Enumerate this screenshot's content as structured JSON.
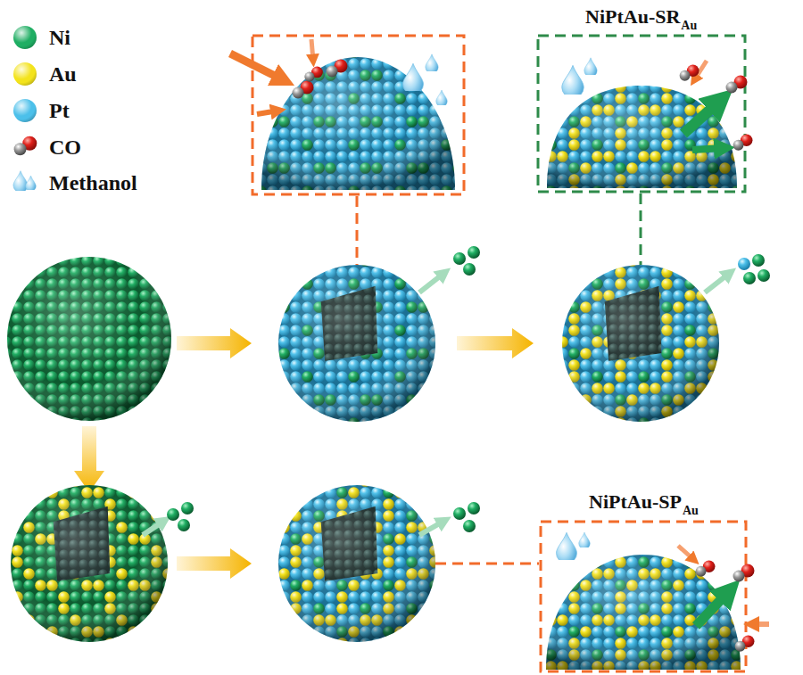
{
  "diagram": {
    "labels": [
      "NiPtAu-SR",
      "Au",
      "NiPtAu-SP",
      "Au"
    ],
    "legend": [
      {
        "text": "Ni",
        "color": "#1fae63"
      },
      {
        "text": "Au",
        "color": "#f3e31c"
      },
      {
        "text": "Pt",
        "color": "#4cc0ea"
      },
      {
        "text": "CO"
      },
      {
        "text": "Methanol"
      }
    ]
  }
}
